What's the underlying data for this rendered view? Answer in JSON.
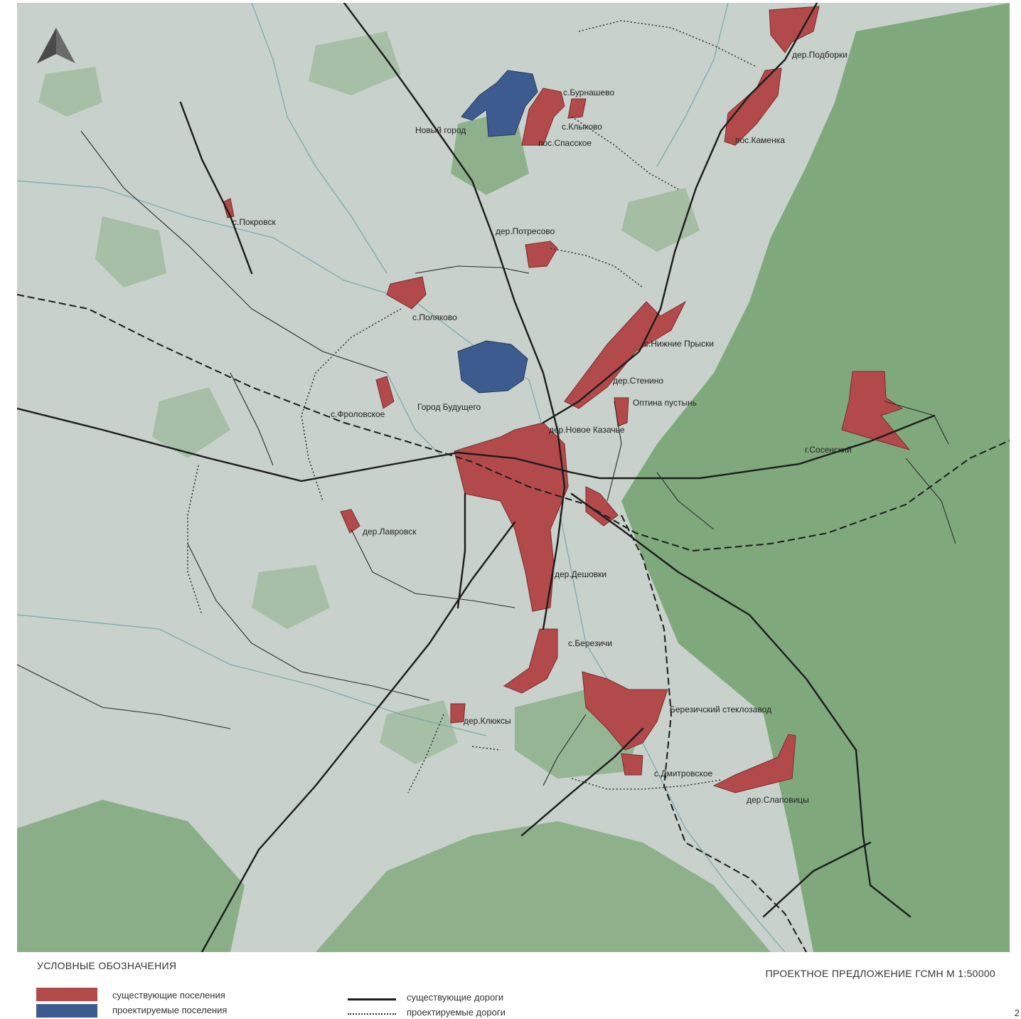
{
  "colors": {
    "existing_settlement": "#b24a4c",
    "planned_settlement": "#3d5b8f",
    "forest": "#7fa97c",
    "open_land": "#c8d1cb",
    "road": "#1c1c1c"
  },
  "icons": {
    "north_arrow": "north-arrow-icon"
  },
  "places": [
    "дер.Подборки",
    "с.Бурнашево",
    "Новый город",
    "с.Клыково",
    "пос.Спасское",
    "пос.Каменка",
    "с.Покровск",
    "дер.Потресово",
    "с.Поляково",
    "с.Нижние Прыски",
    "дер.Стенино",
    "Оптина пустынь",
    "Город Будущего",
    "с.Фроловское",
    "дер.Новое Казачье",
    "г.Сосенский",
    "дер.Лавровск",
    "дер.Дешовки",
    "с.Березичи",
    "Березичский стеклозавод",
    "дер.Клюксы",
    "с.Дмитровское",
    "дер.Слаповицы"
  ],
  "legend": {
    "title": "УСЛОВНЫЕ ОБОЗНАЧЕНИЯ",
    "items": [
      {
        "label": "существующие поселения"
      },
      {
        "label": "проектируемые поселения"
      },
      {
        "label": "существующие дороги"
      },
      {
        "label": "проектируемые дороги"
      }
    ]
  },
  "caption": "ПРОЕКТНОЕ ПРЕДЛОЖЕНИЕ ГСМН   М 1:50000",
  "page_number": "2"
}
